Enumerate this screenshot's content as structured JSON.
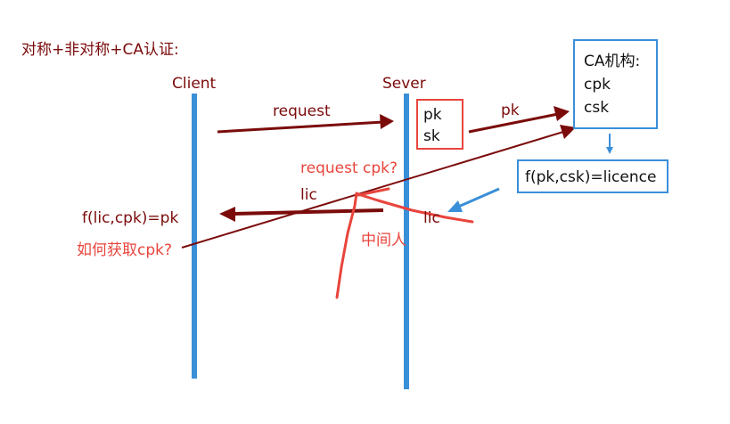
{
  "heading": "对称+非对称+CA认证:",
  "actors": {
    "client": "Client",
    "server": "Sever"
  },
  "server_box": {
    "line1": "pk",
    "line2": "sk"
  },
  "ca_box": {
    "line1": "CA机构:",
    "line2": "cpk",
    "line3": "csk"
  },
  "licence_box": "f(pk,csk)=licence",
  "labels": {
    "request": "request",
    "pk_to_ca": "pk",
    "request_cpk": "request cpk?",
    "lic_to_client": "lic",
    "lic_from_ca": "lic",
    "client_formula": "f(lic,cpk)=pk",
    "how_get_cpk": "如何获取cpk?",
    "middleman": "中间人"
  },
  "colors": {
    "dark_red": "#7b0b0b",
    "red": "#e8453c",
    "blue": "#3a8fd9"
  }
}
